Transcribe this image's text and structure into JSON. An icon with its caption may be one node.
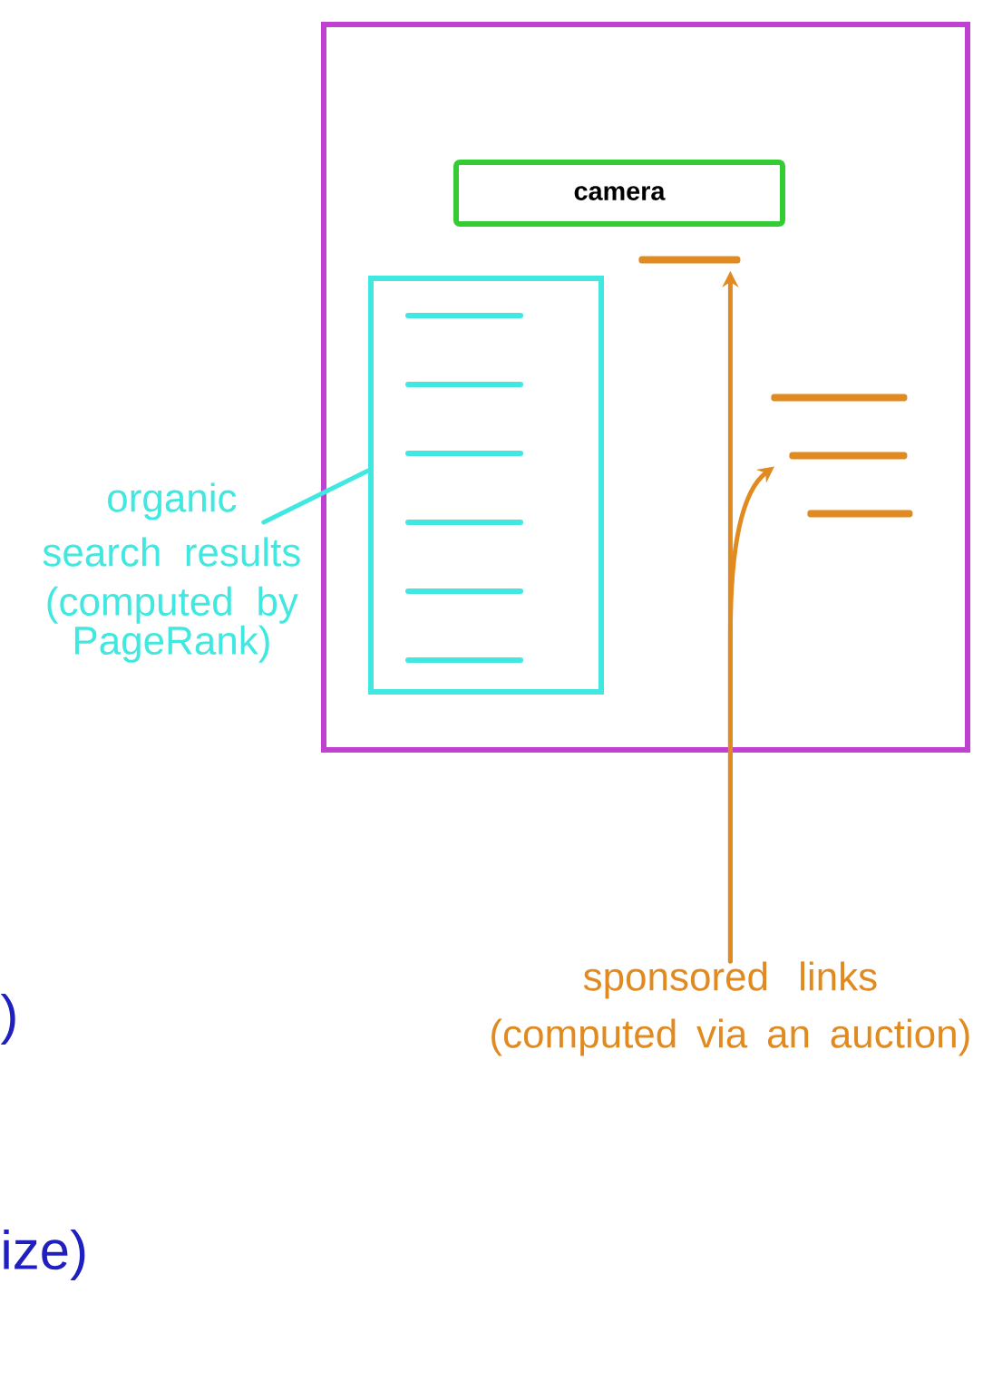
{
  "diagram": {
    "nodes": [
      {
        "text": [],
        "shape": "box"
      },
      {
        "text": [
          "camera"
        ],
        "in": 0
      },
      {
        "text": [],
        "shape": "box",
        "in": 0
      },
      {
        "text": [],
        "shape": "bar",
        "in": 0
      },
      {
        "text": [],
        "shape": "bar",
        "in": 0
      },
      {
        "text": [],
        "shape": "bar",
        "in": 0
      },
      {
        "text": [],
        "shape": "bar",
        "in": 0
      },
      {
        "text": [
          "organic search results",
          "(computed by PageRank)"
        ]
      },
      {
        "text": [
          "sponsored links",
          "(computed via an auction)"
        ]
      }
    ],
    "edges": [
      {
        "from": 7,
        "to": 2,
        "arrow": "none",
        "color": "#40e8e0"
      },
      {
        "from": 8,
        "to": 3,
        "arrow": "to",
        "color": "#e08a20"
      },
      {
        "from": 8,
        "to": 5,
        "arrow": "to",
        "color": "#e08a20"
      }
    ],
    "labels": [
      ")",
      "ize)"
    ]
  }
}
